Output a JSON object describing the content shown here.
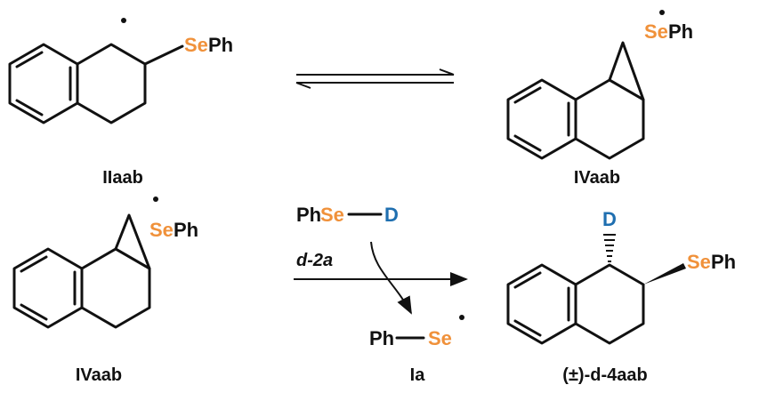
{
  "colors": {
    "selenium": "#F0913A",
    "deuterium": "#1F6FB0",
    "ink": "#111111"
  },
  "labels": {
    "compound_IIaab": "IIaab",
    "compound_IVaab_top": "IVaab",
    "compound_IVaab_bottom": "IVaab",
    "compound_Ia": "Ia",
    "compound_product": "(±)-d-4aab"
  },
  "atoms": {
    "se": "Se",
    "ph": "Ph",
    "d": "D",
    "radical_dot": "·"
  },
  "reagent": {
    "donor": "PhSe—D",
    "donor_name": "d-2a"
  },
  "byproduct": {
    "formula": "Ph—Se·"
  }
}
